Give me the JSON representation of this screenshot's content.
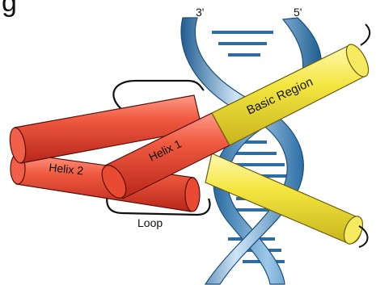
{
  "heading_fragment": "g",
  "strand_labels": {
    "left": "3'",
    "right": "5'"
  },
  "labels": {
    "basic_region": "Basic Region",
    "helix1": "Helix 1",
    "helix2": "Helix 2",
    "loop": "Loop"
  },
  "colors": {
    "helix_red": "#e8402a",
    "helix_red_light": "#ff9a88",
    "helix_red_dark": "#a81e10",
    "basic_yellow": "#f2e23a",
    "basic_yellow_light": "#fff9b0",
    "basic_yellow_dark": "#b8a812",
    "dna_blue": "#4f8fc4",
    "dna_blue_light": "#cfe6f7",
    "dna_blue_dark": "#1f5d90"
  }
}
